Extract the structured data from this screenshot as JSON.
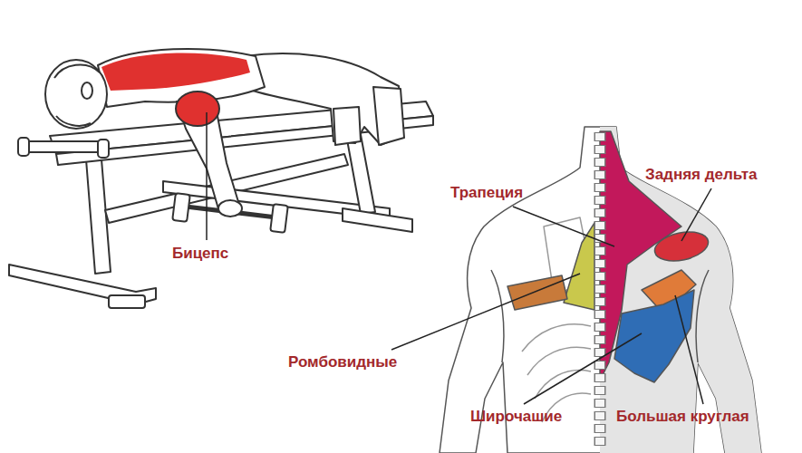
{
  "diagram": {
    "labels": [
      "Бицепс",
      "Трапеция",
      "Задняя дельта",
      "Ромбовидные",
      "Широчашие",
      "Большая круглая"
    ]
  }
}
